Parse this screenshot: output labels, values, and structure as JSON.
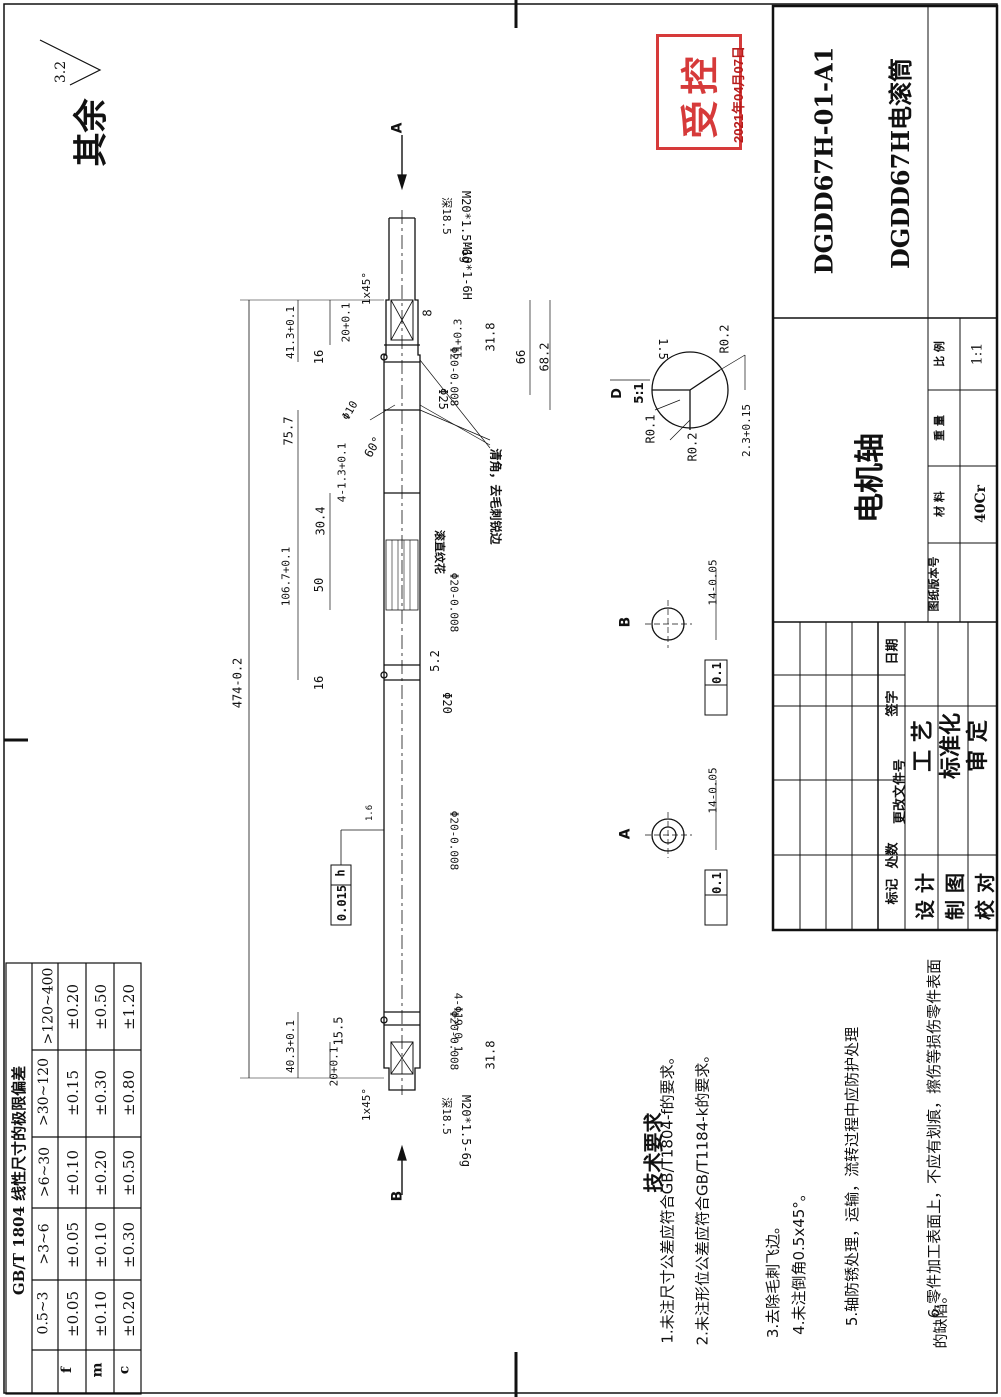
{
  "surface_finish": {
    "label": "其余",
    "value": "3.2"
  },
  "stamp": {
    "text": "受控",
    "year": "2021",
    "year_label": "年",
    "month": "04",
    "month_label": "月",
    "day": "07",
    "day_label": "日"
  },
  "title_block": {
    "drawing_no": "DGDD67H-01-A1",
    "assembly": "DGDD67H电滚筒",
    "part_name": "电机轴",
    "hdr_version": "图纸版本号",
    "hdr_material": "材 料",
    "hdr_weight": "重 量",
    "hdr_scale": "比 例",
    "material": "40Cr",
    "scale": "1:1",
    "rev_headers": [
      "标记",
      "处数",
      "更改文件号",
      "签字",
      "日期"
    ],
    "roles_left": [
      "设 计",
      "制 图",
      "校 对"
    ],
    "roles_right": [
      "工 艺",
      "标准化",
      "审 定"
    ]
  },
  "tolerance_table": {
    "title": "GB/T 1804 线性尺寸的极限偏差",
    "ranges": [
      "0.5~3",
      ">3~6",
      ">6~30",
      ">30~120",
      ">120~400"
    ],
    "rows": [
      {
        "grade": "f",
        "values": [
          "±0.05",
          "±0.05",
          "±0.10",
          "±0.15",
          "±0.20"
        ]
      },
      {
        "grade": "m",
        "values": [
          "±0.10",
          "±0.10",
          "±0.20",
          "±0.30",
          "±0.50"
        ]
      },
      {
        "grade": "c",
        "values": [
          "±0.20",
          "±0.30",
          "±0.50",
          "±0.80",
          "±1.20"
        ]
      }
    ]
  },
  "tech": {
    "title": "技术要求",
    "items": [
      "1.未注尺寸公差应符合GB/T1804-f的要求。",
      "2.未注形位公差应符合GB/T1184-k的要求。",
      "3.去除毛刺飞边。",
      "4.未注倒角0.5x45°。",
      "5.轴防锈处理，运输，流转过程中应防护处理",
      "6.零件加工表面上，不应有划痕，擦伤等损伤零件表面",
      "的缺陷。"
    ]
  },
  "dims": {
    "total": "474-0.2",
    "d1": "41.3+0.1",
    "d2": "75.7",
    "d3": "106.7+0.1",
    "d4": "40.3+0.1",
    "d5": "30.4",
    "d6": "50",
    "d7": "16",
    "d8": "16",
    "d9": "4-1.3+0.1",
    "d10": "20+0.1",
    "d11": "20+0.1",
    "d12": "15.5",
    "d13": "5.2",
    "d14": "31.8",
    "d15": "31.8",
    "d16": "66",
    "d17": "68.2",
    "d18": "8",
    "d19": "11+0.3",
    "thread_top": "M20*1.5-6g",
    "thread_top2": "M10*1-6H",
    "thread_bot": "M20*1.5-6g",
    "thread_len_top": "深18.5",
    "thread_len_bot": "深18.5",
    "chamfer_top": "1x45°",
    "chamfer_bot": "1x45°",
    "dia1": "Φ20-0.008",
    "dia2": "Φ25",
    "dia3": "Φ20-0.008",
    "dia4": "Φ20-0.008",
    "dia5": "Φ20-0.008",
    "dia6": "4-Φ19-0.1",
    "dia7": "Φ20",
    "angle": "60°",
    "phi10": "Φ10",
    "knurl": "滚直纹花",
    "note_edge": "清角，去毛刺锐边",
    "tol_box": "0.015",
    "tol_sym": "h",
    "roughness_small": "1.6",
    "view_a_label": "A",
    "view_b_label": "B",
    "view_d_label": "D",
    "view_d_scale": "5:1",
    "key_a": "14-0.05",
    "key_b": "14-0.05",
    "box_a": "0.1",
    "box_b": "0.1",
    "r1": "R0.1",
    "r2": "R0.2",
    "r3": "R0.2",
    "d_depth": "1.5",
    "d_width": "2.3+0.15"
  }
}
